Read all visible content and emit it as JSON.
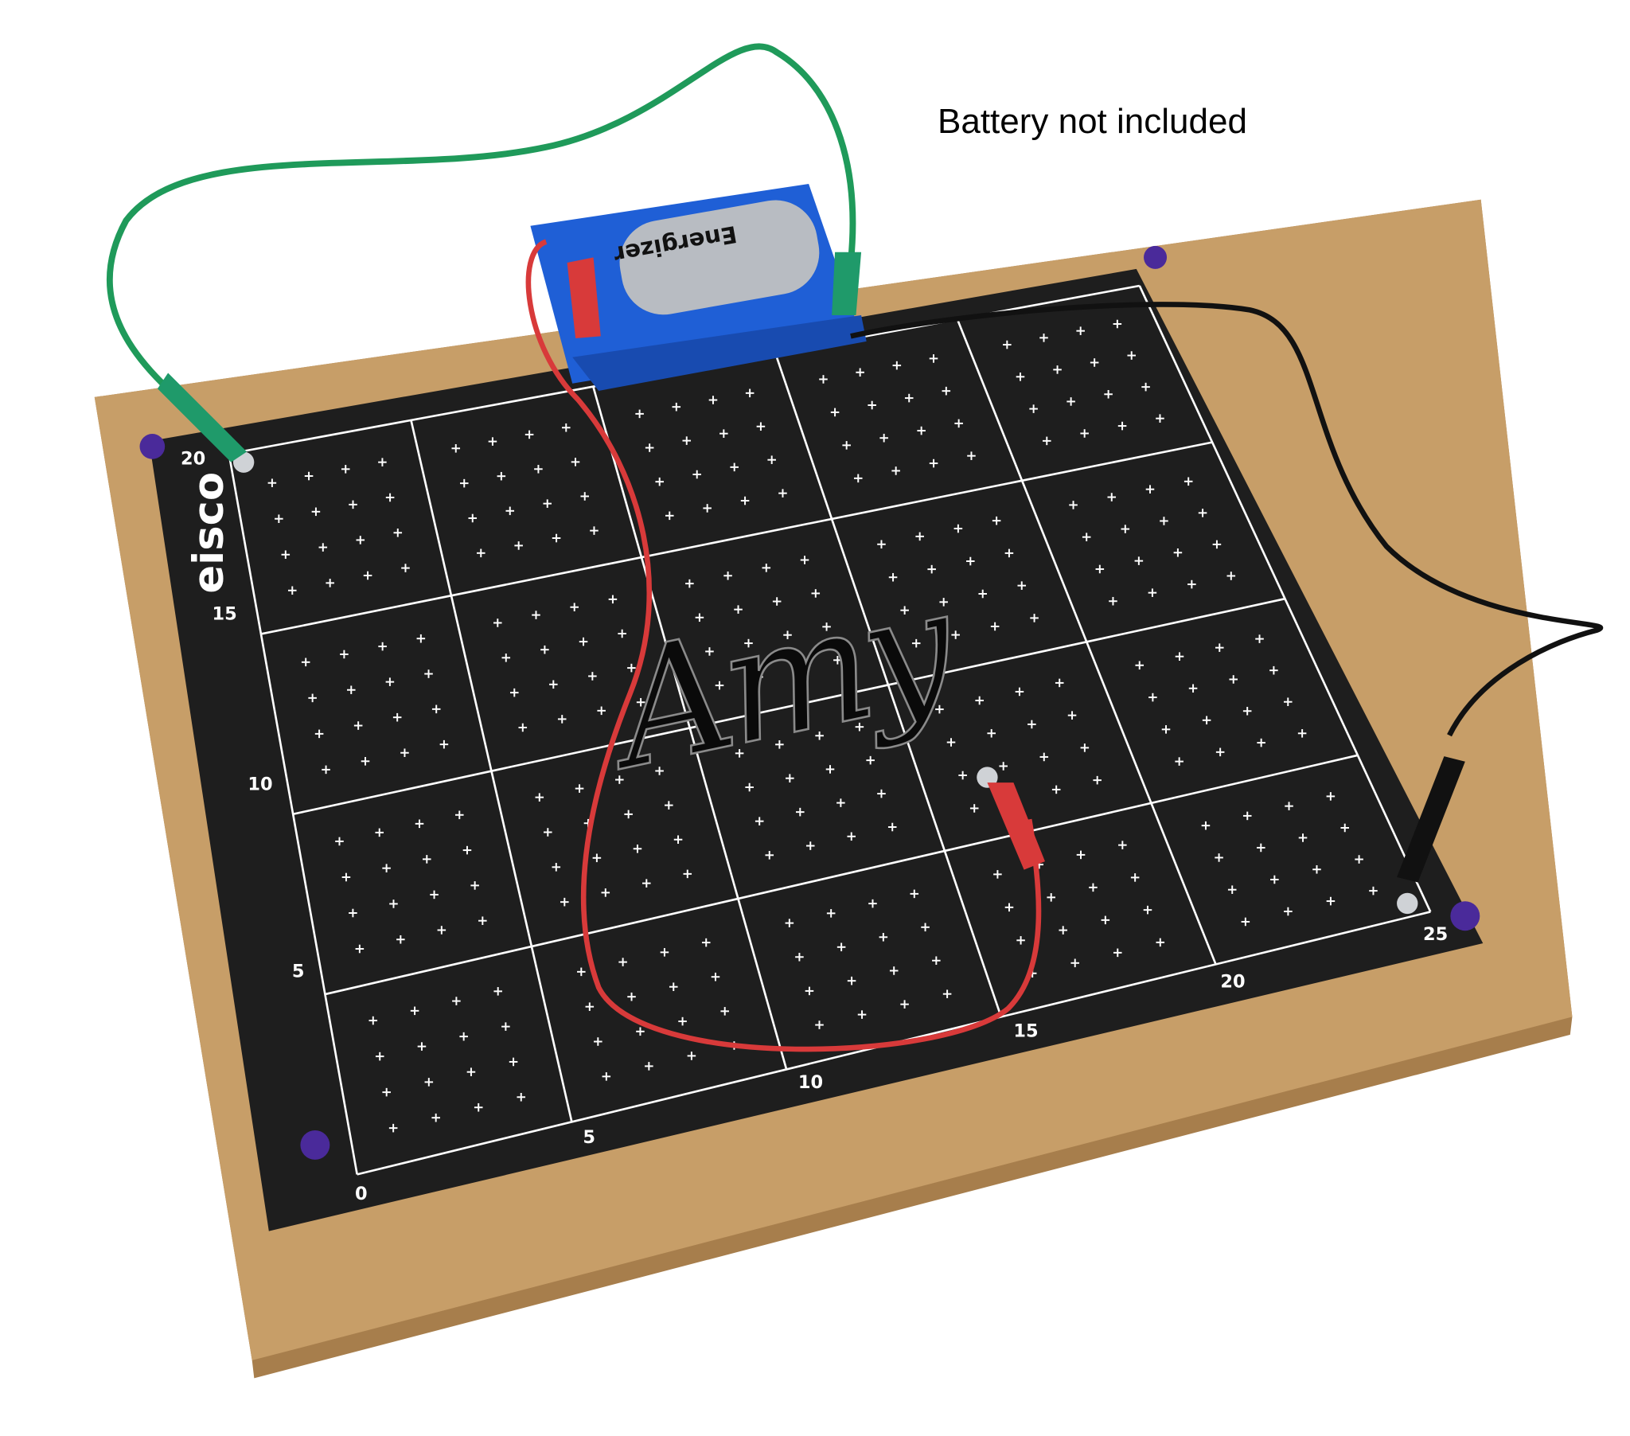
{
  "caption": "Battery not included",
  "logo_text": "eisco",
  "battery_brand": "Energizer",
  "handwriting": "Amy",
  "board": {
    "x_axis_labels": [
      "0",
      "5",
      "10",
      "15",
      "20",
      "25"
    ],
    "y_axis_labels": [
      "5",
      "10",
      "15",
      "20"
    ],
    "grid_max_x": 25,
    "grid_max_y": 20
  },
  "colors": {
    "board_wood": "#c49a64",
    "grid_paper": "#1f1f1f",
    "battery_holder": "#1f5fd6",
    "wire_green": "#1f9a5a",
    "wire_red": "#d83a3a",
    "wire_black": "#111111",
    "push_pin": "#4a2a9a"
  }
}
